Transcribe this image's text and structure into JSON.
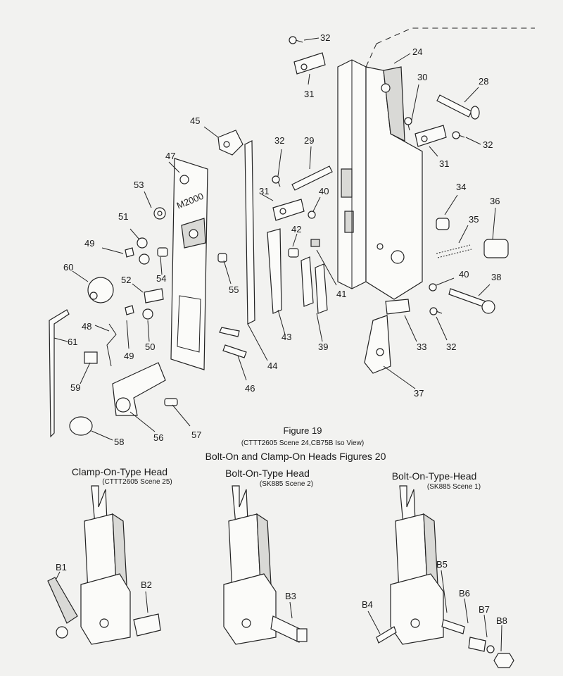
{
  "figure19": {
    "title": "Figure 19",
    "subtitle": "(CTTT2605 Scene 24,CB75B Iso View)"
  },
  "figure20": {
    "title": "Bolt-On and Clamp-On Heads Figures 20",
    "heads": [
      {
        "title": "Clamp-On-Type Head",
        "subtitle": "(CTTT2605 Scene 25)"
      },
      {
        "title": "Bolt-On-Type Head",
        "subtitle": "(SK885 Scene 2)"
      },
      {
        "title": "Bolt-On-Type-Head",
        "subtitle": "(SK885 Scene 1)"
      }
    ]
  },
  "plate_marking": "M2000",
  "callouts": [
    "32",
    "24",
    "30",
    "28",
    "31",
    "45",
    "32",
    "29",
    "32",
    "31",
    "47",
    "31",
    "40",
    "34",
    "36",
    "53",
    "42",
    "35",
    "51",
    "49",
    "54",
    "41",
    "40",
    "38",
    "60",
    "52",
    "55",
    "43",
    "32",
    "33",
    "48",
    "39",
    "50",
    "49",
    "61",
    "44",
    "37",
    "59",
    "46",
    "56",
    "57",
    "58",
    "B1",
    "B2",
    "B3",
    "B4",
    "B5",
    "B6",
    "B7",
    "B8"
  ]
}
